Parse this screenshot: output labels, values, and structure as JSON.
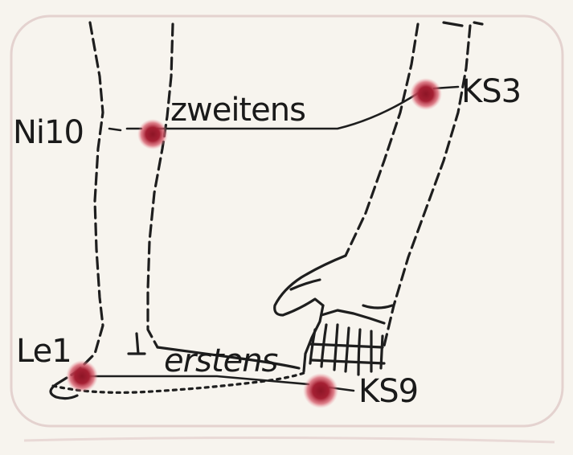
{
  "labels": {
    "ni10": "Ni10",
    "zweitens": "zweitens",
    "ks3": "KS3",
    "le1": "Le1",
    "erstens": "erstens",
    "ks9": "KS9"
  },
  "colors": {
    "background": "#f7f4ee",
    "ink": "#1e1e1e",
    "point_core": "#9b1b2e",
    "point_glow": "#e8707e",
    "frame": "#e4d2cf"
  }
}
